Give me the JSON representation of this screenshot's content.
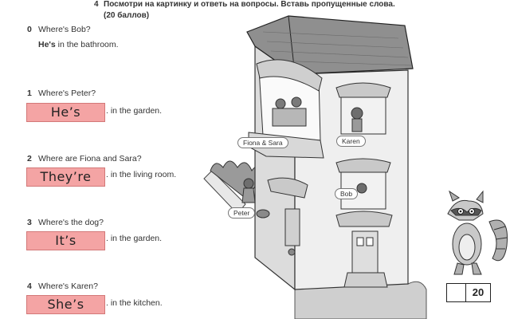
{
  "header": {
    "number": "4",
    "instruction": "Посмотри на картинку и ответь на вопросы. Вставь пропущенные слова.",
    "points": "(20 баллов)"
  },
  "example": {
    "number": "0",
    "question": "Where's Bob?",
    "answer_bold": "He's",
    "answer_rest": " in the bathroom."
  },
  "questions": [
    {
      "number": "1",
      "question": "Where's Peter?",
      "answer": "He’s",
      "rest": ". in the garden."
    },
    {
      "number": "2",
      "question": "Where are Fiona and Sara?",
      "answer": "They’re",
      "rest": ". in the living room."
    },
    {
      "number": "3",
      "question": "Where's the dog?",
      "answer": "It’s",
      "rest": ". in the garden."
    },
    {
      "number": "4",
      "question": "Where's Karen?",
      "answer": "She’s",
      "rest": ". in the kitchen."
    }
  ],
  "scene_labels": {
    "fiona_sara": "Fiona & Sara",
    "karen": "Karen",
    "bob": "Bob",
    "peter": "Peter"
  },
  "score": {
    "value": "20"
  },
  "colors": {
    "answer_fill": "#f4a4a4",
    "answer_border": "#d37878"
  }
}
